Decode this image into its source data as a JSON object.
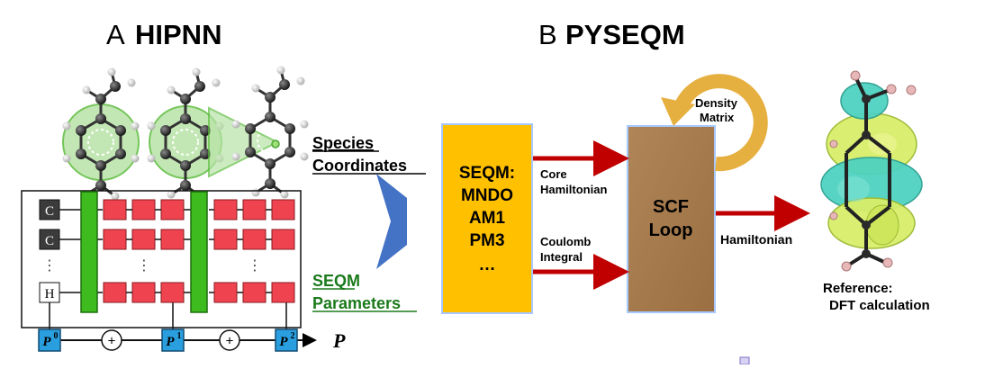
{
  "panel_a": {
    "letter": "A",
    "title": "HIPNN",
    "inputs": [
      "C",
      "C",
      "⋮",
      "H"
    ],
    "dots": "⋮",
    "outputs": [
      {
        "base": "P",
        "sup": "0"
      },
      {
        "base": "P",
        "sup": "1"
      },
      {
        "base": "P",
        "sup": "2"
      }
    ],
    "plus": "+",
    "final_output": "P"
  },
  "labels": {
    "species": "Species",
    "coordinates": "Coordinates",
    "seqm": "SEQM",
    "parameters": "Parameters"
  },
  "panel_b": {
    "letter": "B",
    "title": "PYSEQM",
    "seqm_box": [
      "SEQM:",
      "MNDO",
      "AM1",
      "PM3",
      "…"
    ],
    "core_label": [
      "Core",
      "Hamiltonian"
    ],
    "coulomb_label": [
      "Coulomb",
      "Integral"
    ],
    "scf_label": [
      "SCF",
      "Loop"
    ],
    "density_label": [
      "Density",
      "Matrix"
    ],
    "hamiltonian_label": "Hamiltonian",
    "reference_label": [
      "Reference:",
      "DFT calculation"
    ]
  },
  "colors": {
    "red_cell": "#ef4450",
    "green_bar": "#3dbb1f",
    "blue_output": "#2a9fe0",
    "seqm_box": "#ffc000",
    "scf_box": "#a87c4f",
    "arrow_red": "#c00000",
    "arrow_blue": "#4472c4",
    "loop_gold": "#e6b040",
    "link_green": "#1b7a1b"
  }
}
